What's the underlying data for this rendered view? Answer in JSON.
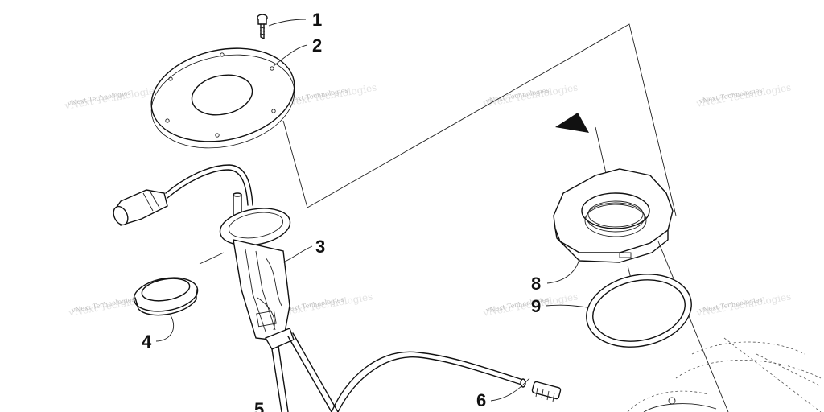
{
  "callouts": [
    {
      "id": "1",
      "text": "1"
    },
    {
      "id": "2",
      "text": "2"
    },
    {
      "id": "3",
      "text": "3"
    },
    {
      "id": "4",
      "text": "4"
    },
    {
      "id": "5",
      "text": "5"
    },
    {
      "id": "6",
      "text": "6"
    },
    {
      "id": "8",
      "text": "8"
    },
    {
      "id": "9",
      "text": "9"
    }
  ],
  "watermark": {
    "text": "vNext Technologies",
    "color": "#bdbdbd"
  }
}
